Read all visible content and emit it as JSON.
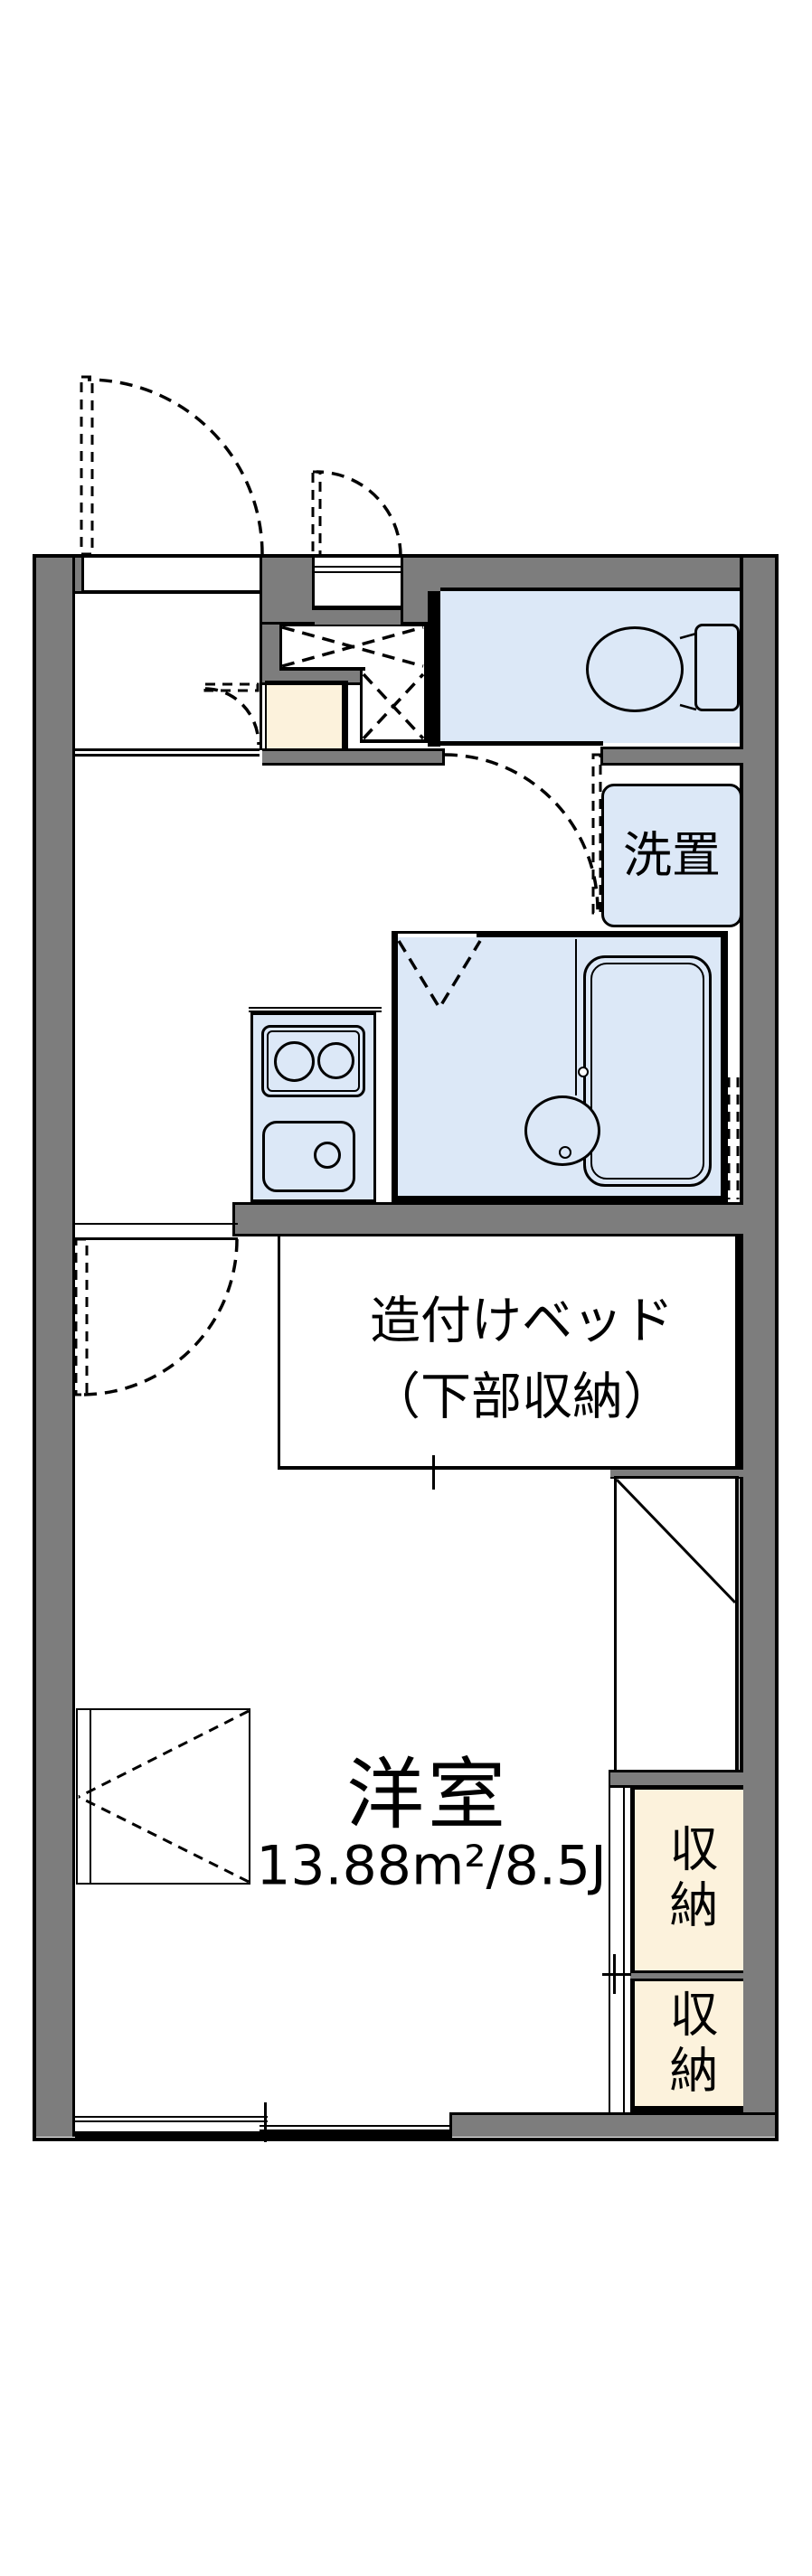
{
  "floorplan": {
    "type": "japanese-apartment-1k-floor-plan",
    "colors": {
      "bg": "#ffffff",
      "wall": "#7d7d7d",
      "water": "#dce8f7",
      "storage": "#fcf2dc",
      "line": "#000000"
    },
    "rooms": {
      "main_room": {
        "name": "洋室",
        "area": "13.88m²/8.5J"
      },
      "built_in_bed": {
        "line1": "造付けベッド",
        "line2": "（下部収納）"
      },
      "laundry": {
        "label": "洗置"
      },
      "closet_upper": {
        "label": "収納"
      },
      "closet_lower": {
        "label": "収納"
      }
    }
  }
}
